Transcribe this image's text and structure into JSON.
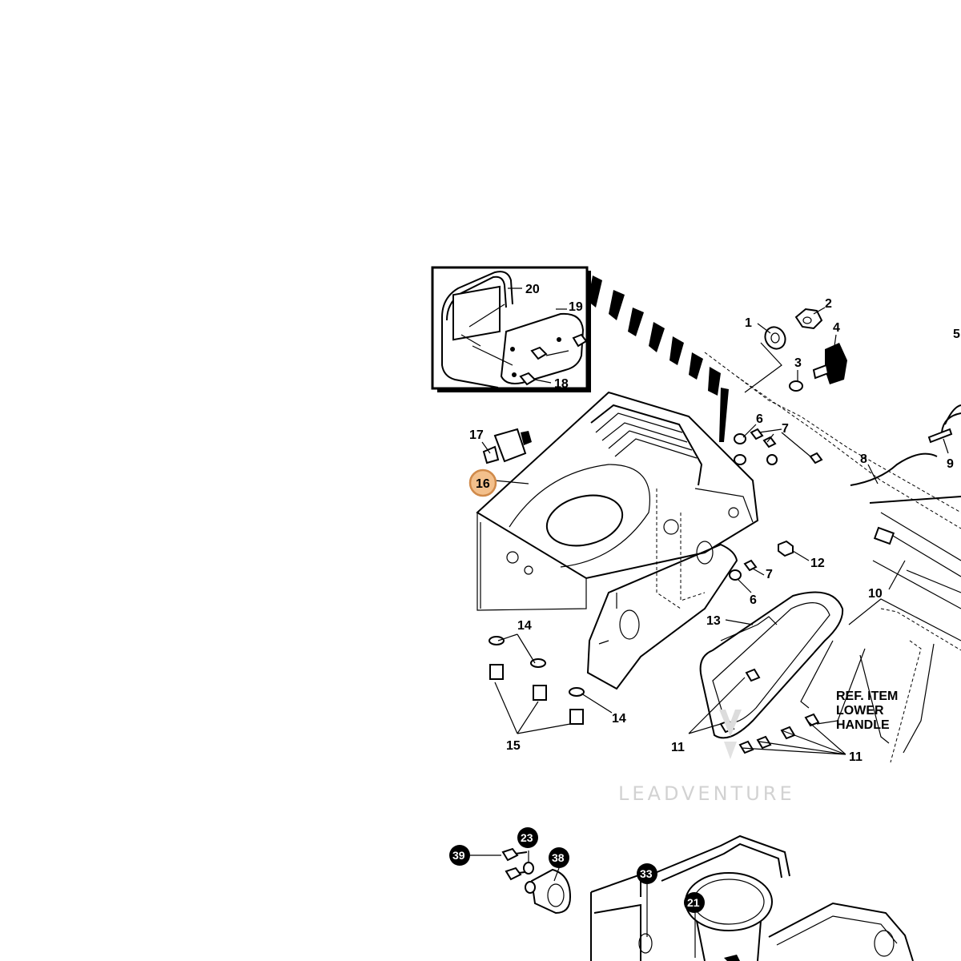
{
  "callouts": {
    "c1": "1",
    "c2": "2",
    "c3": "3",
    "c4": "4",
    "c5": "5",
    "c6a": "6",
    "c6b": "6",
    "c7a": "7",
    "c7b": "7",
    "c8": "8",
    "c9": "9",
    "c10": "10",
    "c11a": "11",
    "c11b": "11",
    "c12": "12",
    "c13": "13",
    "c14a": "14",
    "c14b": "14",
    "c15": "15",
    "c16": "16",
    "c17": "17",
    "c18": "18",
    "c19": "19",
    "c20": "20"
  },
  "badges": {
    "b39": "39",
    "b23": "23",
    "b38": "38",
    "b33": "33",
    "b21": "21"
  },
  "ref_note": {
    "line1": "REF. ITEM",
    "line2": "LOWER",
    "line3": "HANDLE"
  },
  "watermark": {
    "text": "LEADVENTURE"
  },
  "colors": {
    "highlight": "#f3c08c",
    "highlight_stroke": "#d08a4a",
    "badge": "#000000"
  }
}
